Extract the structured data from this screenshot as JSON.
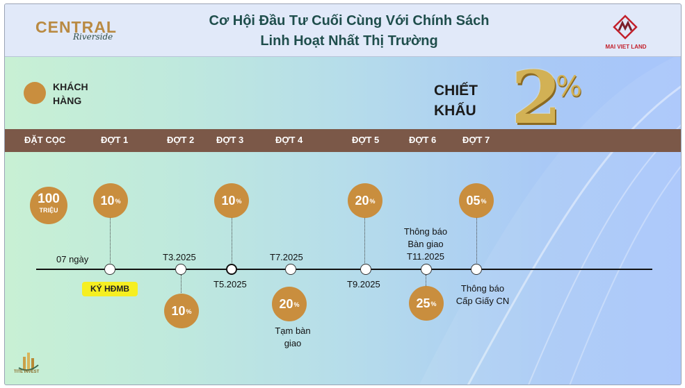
{
  "header": {
    "brand_name": "CENTRAL",
    "brand_sub": "Riverside",
    "title_line1": "Cơ Hội Đầu Tư Cuối Cùng Với Chính Sách",
    "title_line2": "Linh Hoạt Nhất Thị Trường",
    "partner_name": "MAI VIET LAND"
  },
  "customer_label": "KHÁCH HÀNG",
  "discount": {
    "label": "CHIẾT KHẤU",
    "value": "2",
    "unit": "%"
  },
  "phases": [
    "ĐẶT CỌC",
    "ĐỢT 1",
    "ĐỢT 2",
    "ĐỢT 3",
    "ĐỢT 4",
    "ĐỢT 5",
    "ĐỢT 6",
    "ĐỢT 7"
  ],
  "deposit": {
    "amount": "100",
    "unit": "TRIỆU"
  },
  "payments": [
    {
      "pct": "10",
      "pct_sign": "%",
      "above_label": "07 ngày",
      "below_label": "KÝ HĐMB"
    },
    {
      "pct": "10",
      "pct_sign": "%",
      "above_label": "T3.2025"
    },
    {
      "pct": "10",
      "pct_sign": "%",
      "below_label": "T5.2025"
    },
    {
      "pct": "20",
      "pct_sign": "%",
      "above_label": "T7.2025",
      "below_note": "Tạm bàn giao"
    },
    {
      "pct": "20",
      "pct_sign": "%",
      "below_label": "T9.2025"
    },
    {
      "pct": "25",
      "pct_sign": "%",
      "above_label": "Thông báo Bàn giao T11.2025"
    },
    {
      "pct": "05",
      "pct_sign": "%",
      "below_label": "Thông báo Cấp Giấy CN"
    }
  ],
  "footer_brand": "TITE INVEST",
  "colors": {
    "gold": "#c98e3e",
    "phase_bar": "#7b5848",
    "title": "#1f4e4c",
    "highlight": "#f6ef21",
    "partner_red": "#c2202b"
  }
}
